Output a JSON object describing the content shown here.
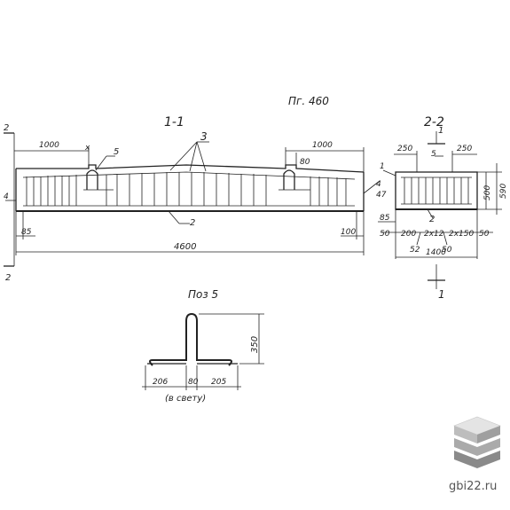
{
  "drawing": {
    "series_label": "Пг. 460",
    "section_main": "1-1",
    "section_side": "2-2",
    "detail_title": "Поз 5",
    "detail_note": "(в свету)",
    "section_marks": {
      "one": "1",
      "two": "2"
    },
    "positions": {
      "p1": "1",
      "p2": "2",
      "p3": "3",
      "p4": "4",
      "p5": "5"
    },
    "dims_main": {
      "left_1000": "1000",
      "right_1000": "1000",
      "d_80": "80",
      "d_85_left": "85",
      "d_100": "100",
      "total_4600": "4600",
      "x_mark": "x"
    },
    "dims_side": {
      "d_250_left": "250",
      "d_250_right": "250",
      "d_500": "500",
      "d_590": "590",
      "d_47": "47",
      "d_85": "85",
      "d_50_left": "50",
      "d_200": "200",
      "d_2x12": "2x12",
      "d_2x150": "2x150",
      "d_52": "52",
      "d_50_bottom": "50",
      "d_50_right": "50",
      "total_1400": "1400"
    },
    "dims_detail": {
      "height_350": "350",
      "left_206": "206",
      "mid_80": "80",
      "right_205": "205"
    }
  },
  "watermark": {
    "site": "gbi22.ru",
    "colors": [
      "#d9d9d9",
      "#b3b3b3",
      "#8a8a8a"
    ]
  }
}
